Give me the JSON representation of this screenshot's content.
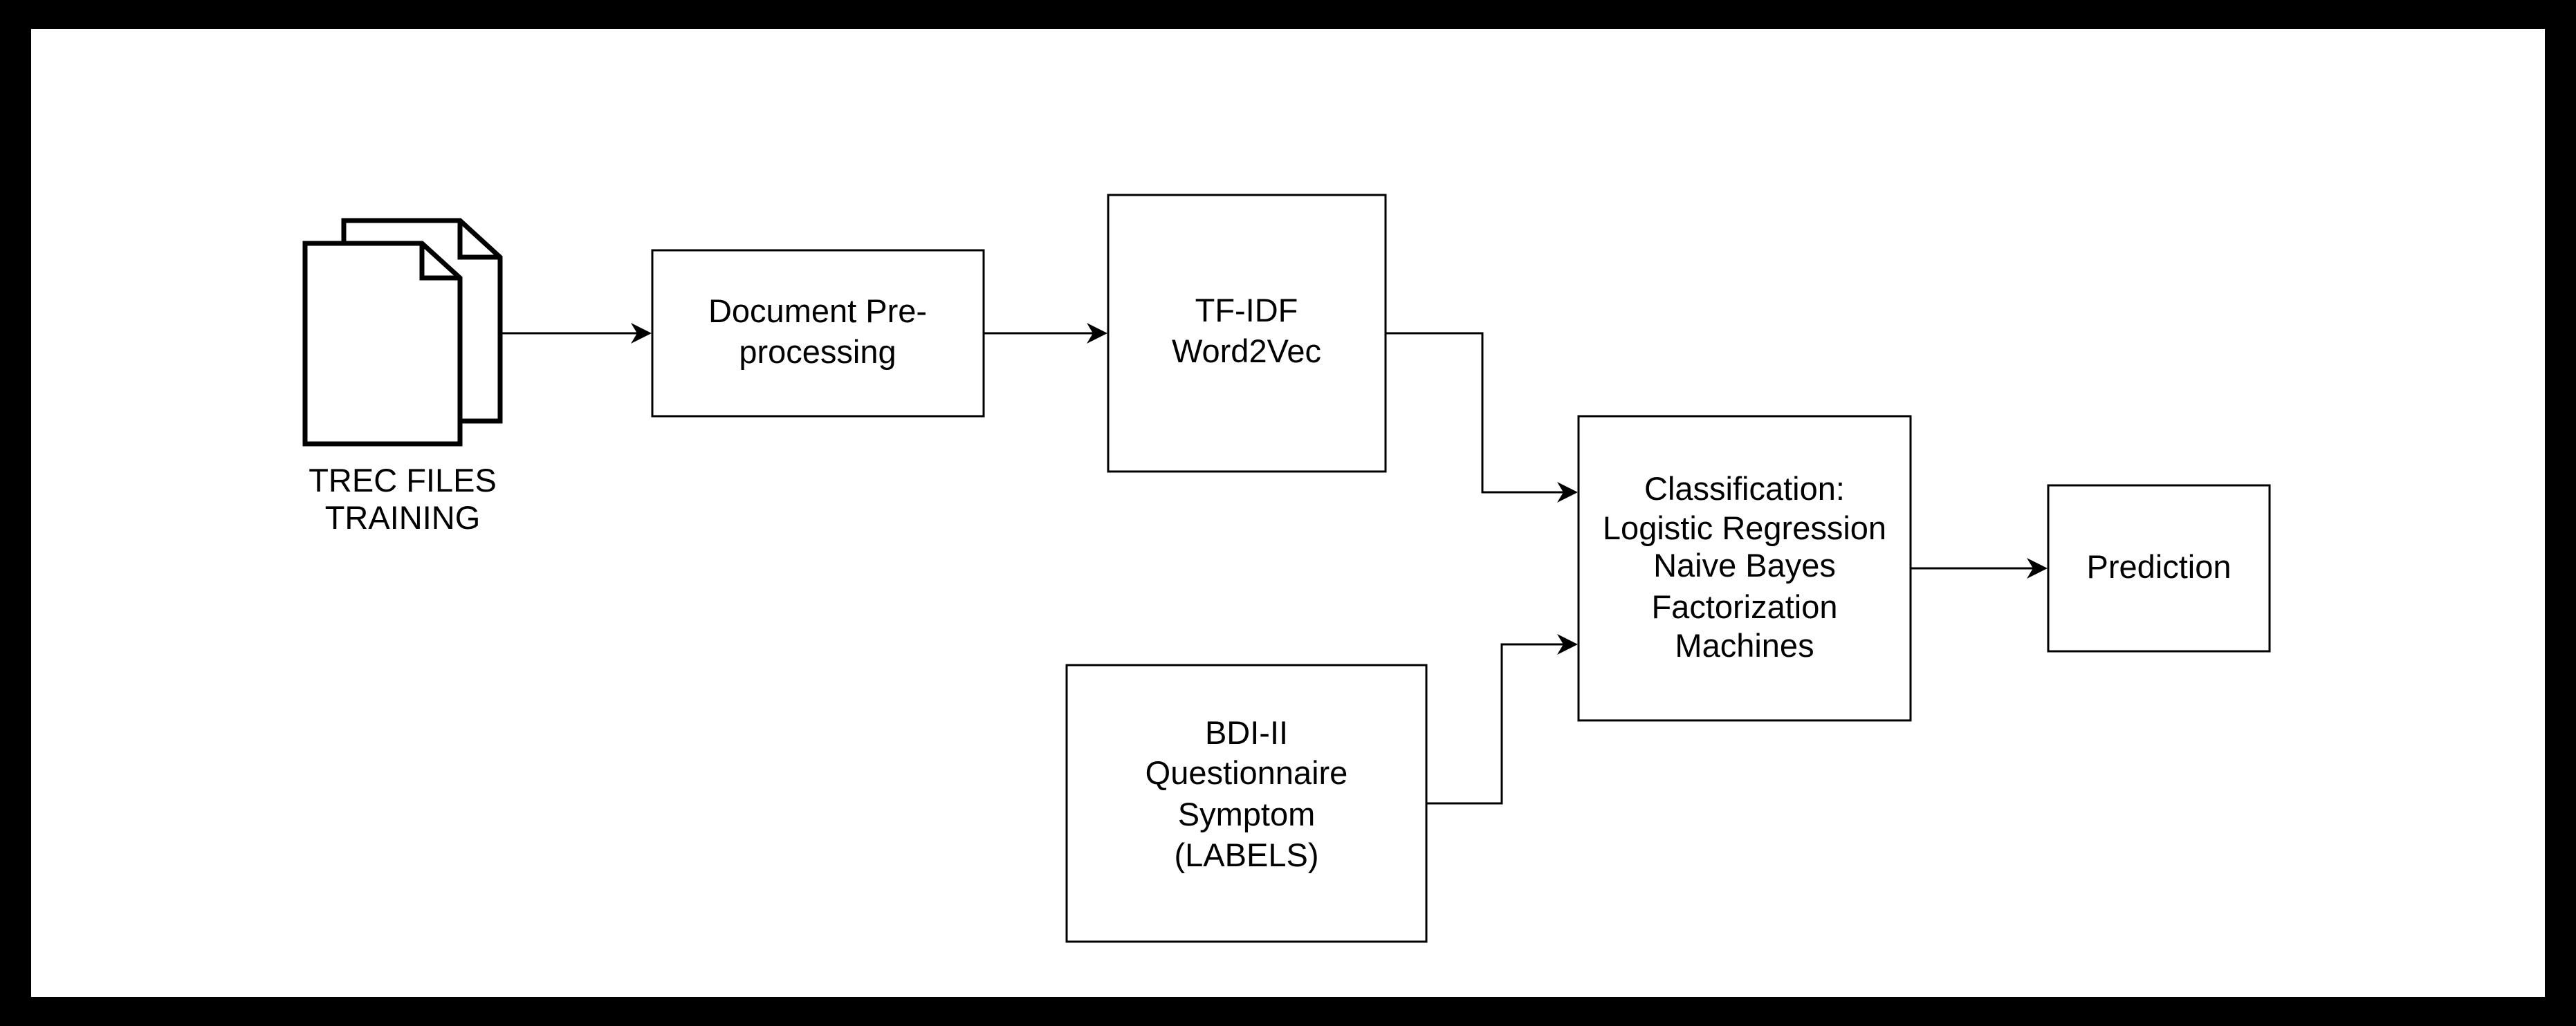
{
  "diagram": {
    "source_label": {
      "line1": "TREC FILES",
      "line2": "TRAINING"
    },
    "preprocessing": {
      "line1": "Document Pre-",
      "line2": "processing"
    },
    "features": {
      "line1": "TF-IDF",
      "line2": "Word2Vec"
    },
    "labels": {
      "line1": "BDI-II",
      "line2": "Questionnaire",
      "line3": "Symptom",
      "line4": "(LABELS)"
    },
    "classification": {
      "line1": "Classification:",
      "line2": "Logistic Regression",
      "line3": "Naive Bayes",
      "line4": "Factorization",
      "line5": "Machines"
    },
    "prediction": {
      "line1": "Prediction"
    }
  },
  "colors": {
    "frame": "#000000",
    "background": "#ffffff",
    "stroke": "#000000"
  }
}
